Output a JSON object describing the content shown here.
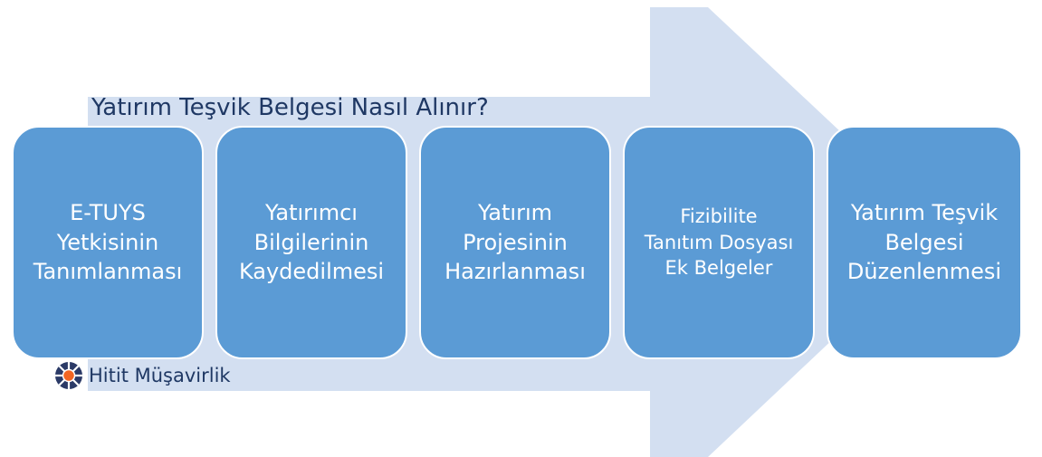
{
  "title": "Yatırım Teşvik Belgesi Nasıl Alınır?",
  "steps": [
    {
      "label": "E-TUYS\nYetkisinin\nTanımlanması"
    },
    {
      "label": "Yatırımcı\nBilgilerinin\nKaydedilmesi"
    },
    {
      "label": "Yatırım\nProjesinin\nHazırlanması"
    },
    {
      "label": "Fizibilite\nTanıtım Dosyası\nEk Belgeler"
    },
    {
      "label": "Yatırım Teşvik\nBelgesi\nDüzenlenmesi"
    }
  ],
  "brand": {
    "name": "Hitit Müşavirlik",
    "icon": "compass-logo-icon"
  },
  "colors": {
    "arrow": "#d3dff1",
    "box": "#5b9bd5",
    "title": "#1f3864",
    "logo_orange": "#f26522",
    "logo_navy": "#2b3a67"
  }
}
